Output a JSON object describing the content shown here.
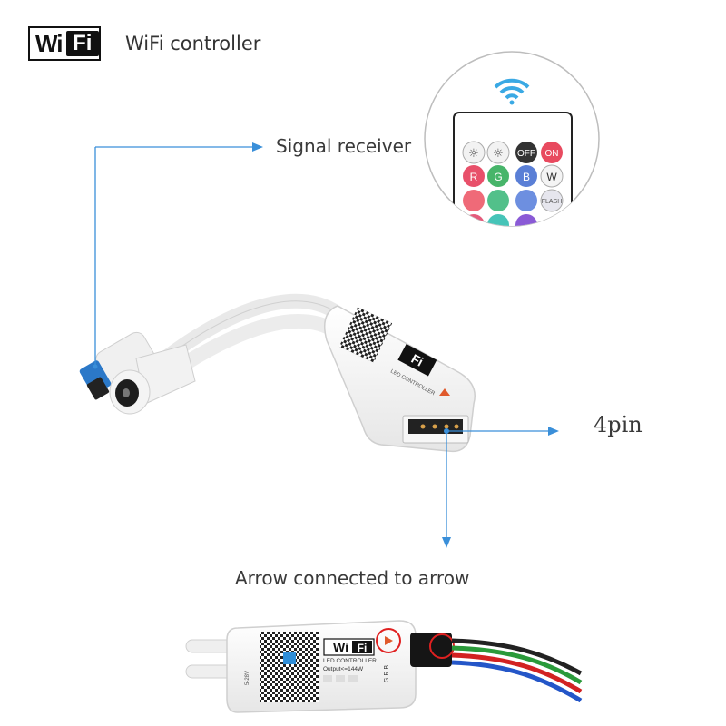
{
  "header": {
    "badge_wi": "Wi",
    "badge_fi": "Fi",
    "title": "WiFi controller"
  },
  "callouts": {
    "signal_receiver": "Signal receiver",
    "pin": "4pin",
    "arrow_note": "Arrow connected to arrow"
  },
  "remote": {
    "buttons_row1": [
      "",
      "",
      "OFF",
      "ON"
    ],
    "buttons_row2": [
      "R",
      "G",
      "B",
      "W"
    ],
    "buttons_row3": [
      "",
      "",
      "",
      "FLASH"
    ]
  },
  "device": {
    "brand": "WiFi",
    "model_line": "LED CONTROLLER",
    "output_line": "Output<=144W",
    "pin_letters": "G R B",
    "voltage": "5-28V"
  },
  "colors": {
    "accent_line": "#3a8fd9",
    "device_body": "#f4f4f4",
    "btn_red": "#e8506a",
    "btn_green": "#47b56a",
    "btn_blue": "#5a7fd6",
    "btn_off": "#333333",
    "btn_on": "#e84a5f"
  }
}
